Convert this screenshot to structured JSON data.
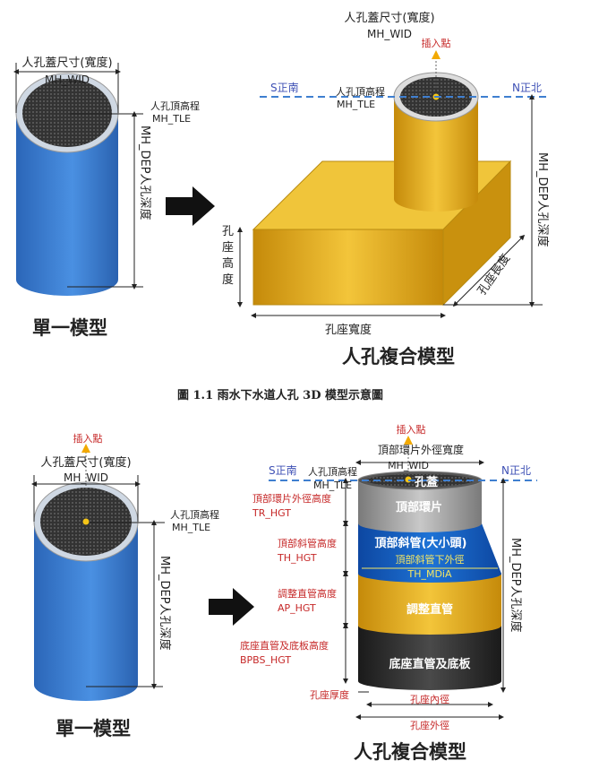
{
  "figure1": {
    "left_model": {
      "mh_wid_label": "人孔蓋尺寸(寬度)",
      "mh_wid_code": "MH_WID",
      "mh_tle_label": "人孔頂高程",
      "mh_tle_code": "MH_TLE",
      "mh_dep_label": "MH_DEP人孔深度",
      "title": "單一模型"
    },
    "right_model": {
      "mh_wid_label": "人孔蓋尺寸(寬度)",
      "mh_wid_code": "MH_WID",
      "insert_point": "插入點",
      "south": "S正南",
      "north": "N正北",
      "mh_tle_label": "人孔頂高程",
      "mh_tle_code": "MH_TLE",
      "mh_dep_label": "MH_DEP人孔深度",
      "seat_height": "孔座高度",
      "seat_width": "孔座寬度",
      "seat_length": "孔座長度",
      "title": "人孔複合模型"
    },
    "caption": "圖 1.1    雨水下水道人孔 3D 模型示意圖"
  },
  "figure2": {
    "left_model": {
      "insert_point": "插入點",
      "mh_wid_label": "人孔蓋尺寸(寬度)",
      "mh_wid_code": "MH_WID",
      "mh_tle_label": "人孔頂高程",
      "mh_tle_code": "MH_TLE",
      "mh_dep_label": "MH_DEP人孔深度",
      "title": "單一模型"
    },
    "right_model": {
      "insert_point": "插入點",
      "top_ring_width_label": "頂部環片外徑寬度",
      "top_ring_width_code": "MH_WID",
      "south": "S正南",
      "north": "N正北",
      "mh_tle_label": "人孔頂高程",
      "mh_tle_code": "MH_TLE",
      "lid": "孔蓋",
      "tr_label": "頂部環片外徑高度",
      "tr_code": "TR_HGT",
      "th_label": "頂部斜管高度",
      "th_code": "TH_HGT",
      "ap_label": "調整直管高度",
      "ap_code": "AP_HGT",
      "bpbs_label": "底座直管及底板高度",
      "bpbs_code": "BPBS_HGT",
      "seg_top_ring": "頂部環片",
      "seg_taper": "頂部斜管(大小頭)",
      "seg_taper_dia_label": "頂部斜管下外徑",
      "seg_taper_dia_code": "TH_MDiA",
      "seg_adjust": "調整直管",
      "seg_base": "底座直管及底板",
      "mh_dep_label": "MH_DEP人孔深度",
      "seat_thickness": "孔座厚度",
      "inner_dia": "孔座內徑",
      "outer_dia": "孔座外徑",
      "title": "人孔複合模型"
    }
  },
  "colors": {
    "blue_cylinder": "#3f7fd0",
    "gold": "#e3ad1b",
    "gray_ring": "#9a9a9a",
    "blue_taper": "#1565c0",
    "dark_base": "#2b2b2b",
    "red_text": "#c62828",
    "axis_blue": "#3f51b5"
  }
}
